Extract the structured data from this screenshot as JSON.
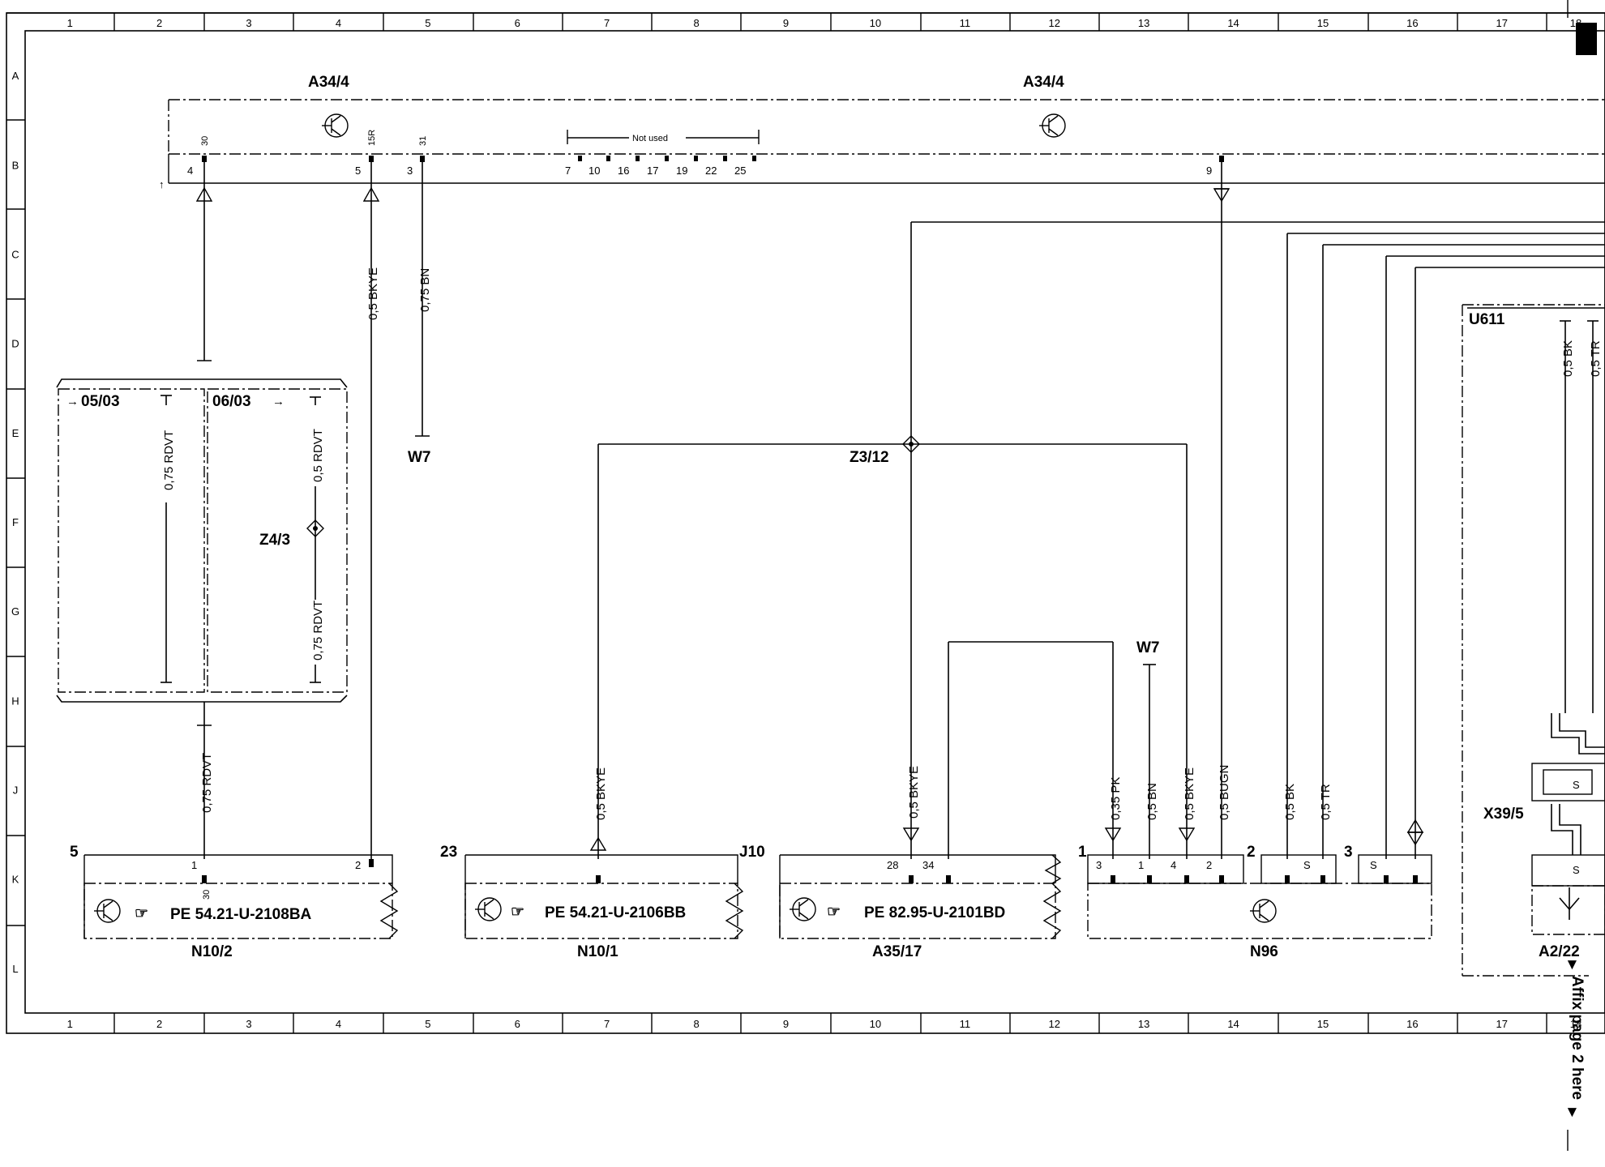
{
  "grid": {
    "columns": [
      "1",
      "2",
      "3",
      "4",
      "5",
      "6",
      "7",
      "8",
      "9",
      "10",
      "11",
      "12",
      "13",
      "14",
      "15",
      "16",
      "17",
      "18"
    ],
    "rows": [
      "A",
      "B",
      "C",
      "D",
      "E",
      "F",
      "G",
      "H",
      "J",
      "K",
      "L"
    ]
  },
  "units": {
    "a34_4_left": "A34/4",
    "a34_4_right": "A34/4",
    "u611": "U611",
    "n10_2": "N10/2",
    "n10_1": "N10/1",
    "a35_17": "A35/17",
    "n96": "N96",
    "a2_22": "A2/22",
    "x39_5": "X39/5",
    "z3_12": "Z3/12",
    "z4_3": "Z4/3",
    "w7_left": "W7",
    "w7_right": "W7"
  },
  "a34_pins": {
    "top": [
      "30",
      "15R",
      "31"
    ],
    "bottom": [
      "4",
      "5",
      "3",
      "7",
      "10",
      "16",
      "17",
      "19",
      "22",
      "25",
      "9"
    ],
    "not_used": "Not used"
  },
  "refs": {
    "ref1": "05/03",
    "ref2": "06/03"
  },
  "wires": {
    "rdvt_075_a": "0,75 RDVT",
    "rdvt_05": "0,5 RDVT",
    "rdvt_075_b": "0,75 RDVT",
    "rdvt_075_c": "0,75 RDVT",
    "bkye_n10_2": "0,5 BKYE",
    "bn_075": "0,75 BN",
    "bkye_n10_1": "0,5 BKYE",
    "bkye_a35": "0,5 BKYE",
    "pk_035": "0,35 PK",
    "bn_05": "0,5 BN",
    "bkye_n96": "0,5 BKYE",
    "bugn": "0,5 BUGN",
    "bk_n96": "0,5 BK",
    "tr_n96": "0,5 TR",
    "bk_u611": "0,5 BK",
    "tr_u611": "0,5 TR"
  },
  "boxes": {
    "n10_2": {
      "pin_left": "5",
      "pin1": "1",
      "pin2": "2",
      "pin30": "30",
      "ref": "PE 54.21-U-2108BA"
    },
    "n10_1": {
      "pin_left": "23",
      "pin_right": "J10",
      "ref": "PE 54.21-U-2106BB"
    },
    "a35_17": {
      "pin28": "28",
      "pin34": "34",
      "ref": "PE 82.95-U-2101BD"
    },
    "n96": {
      "c1": "1",
      "c2": "2",
      "c3": "3",
      "p3": "3",
      "p1": "1",
      "p4": "4",
      "p2": "2",
      "s1": "S",
      "s2": "S"
    },
    "x39": {
      "s": "S"
    },
    "a2": {
      "s": "S"
    }
  },
  "affix": "Affix page 2 here"
}
